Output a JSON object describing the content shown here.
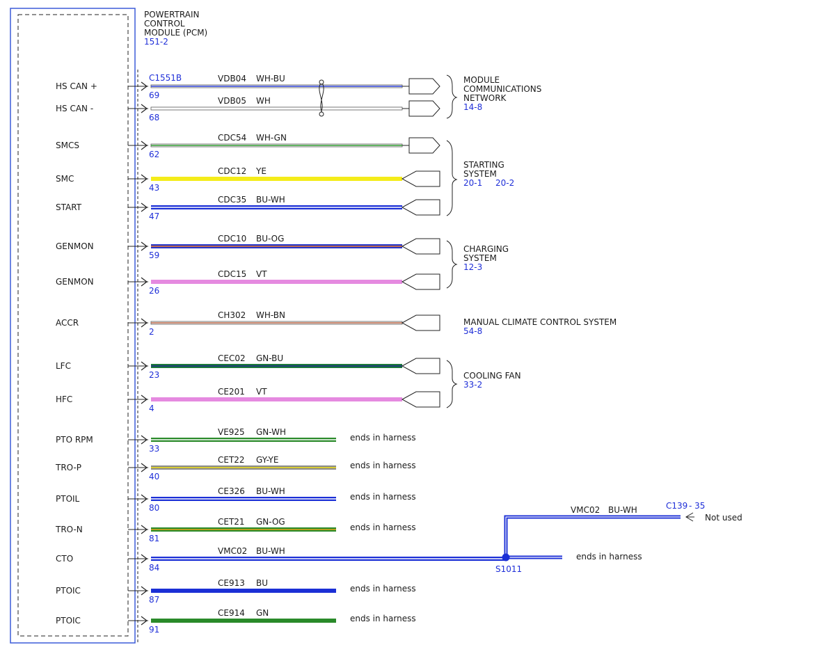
{
  "module": {
    "title_lines": [
      "POWERTRAIN",
      "CONTROL",
      "MODULE (PCM)"
    ],
    "ref": "151-2",
    "connector": "C1551B"
  },
  "colors": {
    "module_border": "#3b5bd8",
    "blue_text": "#1f2fd8",
    "line": "#1a1a1a"
  },
  "wires": [
    {
      "pin_label": "HS CAN +",
      "pin": "69",
      "circuit": "VDB04",
      "color_code": "WH-BU",
      "base": "#ffffff",
      "stripe": "#2a3fd8",
      "end": "conn-right",
      "wide": false
    },
    {
      "pin_label": "HS CAN -",
      "pin": "68",
      "circuit": "VDB05",
      "color_code": "WH",
      "base": "#ffffff",
      "stripe": null,
      "end": "conn-right",
      "wide": false
    },
    {
      "pin_label": "SMCS",
      "pin": "62",
      "circuit": "CDC54",
      "color_code": "WH-GN",
      "base": "#ffffff",
      "stripe": "#2e9a2e",
      "end": "conn-right",
      "wide": false
    },
    {
      "pin_label": "SMC",
      "pin": "43",
      "circuit": "CDC12",
      "color_code": "YE",
      "base": "#f4ec1a",
      "stripe": null,
      "end": "conn-left",
      "wide": true
    },
    {
      "pin_label": "START",
      "pin": "47",
      "circuit": "CDC35",
      "color_code": "BU-WH",
      "base": "#1b2fd6",
      "stripe": "#ffffff",
      "end": "conn-left",
      "wide": true
    },
    {
      "pin_label": "GENMON",
      "pin": "59",
      "circuit": "CDC10",
      "color_code": "BU-OG",
      "base": "#2535c8",
      "stripe": "#f07a2a",
      "end": "conn-left",
      "wide": true
    },
    {
      "pin_label": "GENMON",
      "pin": "26",
      "circuit": "CDC15",
      "color_code": "VT",
      "base": "#e58ae0",
      "stripe": null,
      "end": "conn-left",
      "wide": true
    },
    {
      "pin_label": "ACCR",
      "pin": "2",
      "circuit": "CH302",
      "color_code": "WH-BN",
      "base": "#ffffff",
      "stripe": "#c06a4a",
      "end": "conn-left",
      "wide": false
    },
    {
      "pin_label": "LFC",
      "pin": "23",
      "circuit": "CEC02",
      "color_code": "GN-BU",
      "base": "#1d7a3a",
      "stripe": "#1b2a8a",
      "end": "conn-left",
      "wide": true
    },
    {
      "pin_label": "HFC",
      "pin": "4",
      "circuit": "CE201",
      "color_code": "VT",
      "base": "#e58ae0",
      "stripe": null,
      "end": "conn-left",
      "wide": true
    },
    {
      "pin_label": "PTO RPM",
      "pin": "33",
      "circuit": "VE925",
      "color_code": "GN-WH",
      "base": "#2a8a2a",
      "stripe": "#ffffff",
      "end": "harness",
      "wide": true
    },
    {
      "pin_label": "TRO-P",
      "pin": "40",
      "circuit": "CET22",
      "color_code": "GY-YE",
      "base": "#8a8a8a",
      "stripe": "#f2e21a",
      "end": "harness",
      "wide": true
    },
    {
      "pin_label": "PTOIL",
      "pin": "80",
      "circuit": "CE326",
      "color_code": "BU-WH",
      "base": "#1b2fd6",
      "stripe": "#ffffff",
      "end": "harness",
      "wide": true
    },
    {
      "pin_label": "TRO-N",
      "pin": "81",
      "circuit": "CET21",
      "color_code": "GN-OG",
      "base": "#2a8a2a",
      "stripe": "#e8a81a",
      "end": "harness",
      "wide": true
    },
    {
      "pin_label": "CTO",
      "pin": "84",
      "circuit": "VMC02",
      "color_code": "BU-WH",
      "base": "#1b2fd6",
      "stripe": "#ffffff",
      "end": "splice",
      "wide": true
    },
    {
      "pin_label": "PTOIC",
      "pin": "87",
      "circuit": "CE913",
      "color_code": "BU",
      "base": "#1b2fd6",
      "stripe": null,
      "end": "harness",
      "wide": true
    },
    {
      "pin_label": "PTOIC",
      "pin": "91",
      "circuit": "CE914",
      "color_code": "GN",
      "base": "#2a8a2a",
      "stripe": null,
      "end": "harness",
      "wide": true
    }
  ],
  "harness_text": "ends in harness",
  "groups": [
    {
      "lines": [
        "MODULE",
        "COMMUNICATIONS",
        "NETWORK"
      ],
      "refs": [
        "14-8"
      ]
    },
    {
      "lines": [
        "STARTING",
        "SYSTEM"
      ],
      "refs": [
        "20-1",
        "20-2"
      ]
    },
    {
      "lines": [
        "CHARGING",
        "SYSTEM"
      ],
      "refs": [
        "12-3"
      ]
    },
    {
      "lines": [
        "MANUAL CLIMATE CONTROL SYSTEM"
      ],
      "refs": [
        "54-8"
      ]
    },
    {
      "lines": [
        "COOLING FAN"
      ],
      "refs": [
        "33-2"
      ]
    }
  ],
  "splice": {
    "name": "S1011",
    "branch_circuit": "VMC02",
    "branch_color_code": "BU-WH",
    "connector": "C139",
    "connector_pin": "- 35",
    "not_used": "Not used",
    "harness_text": "ends in harness"
  }
}
